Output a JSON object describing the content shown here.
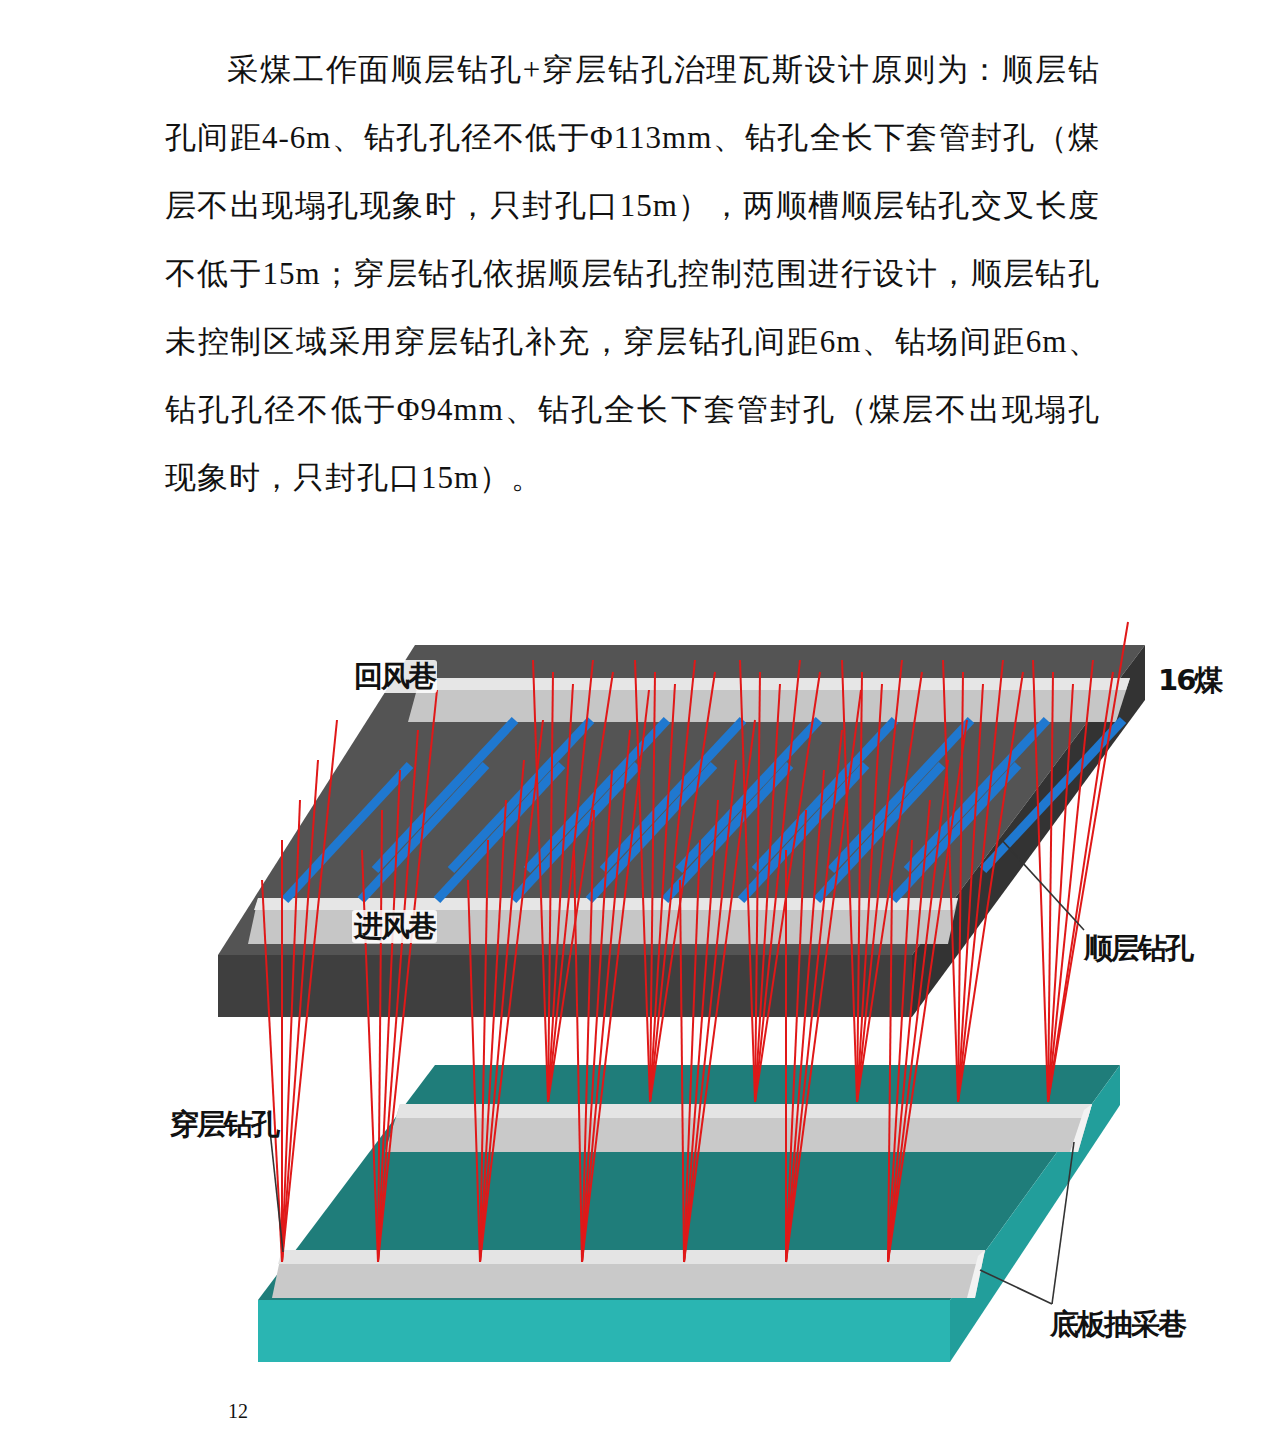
{
  "diagram": {
    "labels": [
      "采煤工作面顺层钻孔+穿层钻孔治理瓦斯设计原则为：顺层钻孔间距4-6m、钻孔孔径不低于Φ113mm、钻孔全长下套管封孔（煤层不出现塌孔现象时，只封孔口15m），两顺槽顺层钻孔交叉长度不低于15m；穿层钻孔依据顺层钻孔控制范围进行设计，顺层钻孔未控制区域采用穿层钻孔补充，穿层钻孔间距6m、钻场间距6m、钻孔孔径不低于Φ94mm、钻孔全长下套管封孔（煤层不出现塌孔现象时，只封孔口15m）。",
      "回风巷",
      "16煤",
      "进风巷",
      "顺层钻孔",
      "穿层钻孔",
      "底板抽采巷",
      "12"
    ]
  }
}
